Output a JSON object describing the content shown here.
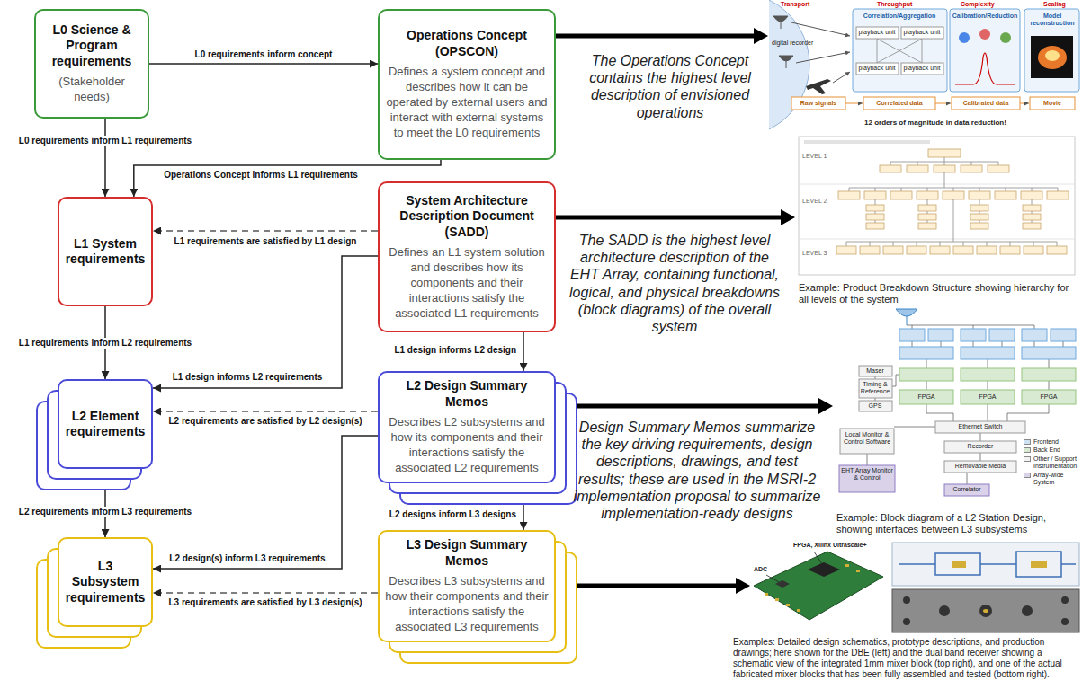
{
  "diagram": {
    "nodes": [
      {
        "text": [
          "L0 Science & Program requirements",
          "(Stakeholder needs)"
        ]
      },
      {
        "text": [
          "Operations Concept (OPSCON)",
          "Defines a system concept and describes how it can be operated by external users and interact with external systems to meet the L0 requirements"
        ]
      },
      {
        "text": [
          "L1 System requirements"
        ]
      },
      {
        "text": [
          "System Architecture Description Document (SADD)",
          "Defines an L1 system solution and describes how its components and their interactions satisfy the associated L1 requirements"
        ]
      },
      {
        "text": [
          "L2 Element requirements"
        ]
      },
      {
        "text": [
          "L2 Design Summary Memos",
          "Describes L2 subsystems and how its components and their interactions satisfy the associated L2 requirements"
        ]
      },
      {
        "text": [
          "L3 Subsystem requirements"
        ]
      },
      {
        "text": [
          "L3 Design Summary Memos",
          "Describes L3 subsystems and how their components and their interactions satisfy the associated L3 requirements"
        ]
      }
    ],
    "edges": [
      {
        "from": 0,
        "to": 1,
        "label": "L0 requirements inform concept",
        "arrow": "to"
      },
      {
        "from": 0,
        "to": 2,
        "label": "L0 requirements inform L1 requirements",
        "arrow": "to"
      },
      {
        "from": 1,
        "to": 2,
        "label": "Operations Concept informs L1 requirements",
        "arrow": "to"
      },
      {
        "from": 3,
        "to": 2,
        "label": "L1 requirements are satisfied by L1 design",
        "arrow": "to"
      },
      {
        "from": 2,
        "to": 4,
        "label": "L1 requirements inform L2 requirements",
        "arrow": "to"
      },
      {
        "from": 3,
        "to": 4,
        "label": "L1 design informs L2 requirements",
        "arrow": "to"
      },
      {
        "from": 3,
        "to": 5,
        "label": "L1 design informs L2 design",
        "arrow": "to"
      },
      {
        "from": 5,
        "to": 4,
        "label": "L2 requirements are satisfied by L2 design(s)",
        "arrow": "to"
      },
      {
        "from": 4,
        "to": 6,
        "label": "L2 requirements inform L3 requirements",
        "arrow": "to"
      },
      {
        "from": 5,
        "to": 6,
        "label": "L2 design(s) inform L3 requirements",
        "arrow": "to"
      },
      {
        "from": 5,
        "to": 7,
        "label": "L2 designs inform L3 designs",
        "arrow": "to"
      },
      {
        "from": 7,
        "to": 6,
        "label": "L3 requirements are satisfied by L3 design(s)",
        "arrow": "to"
      }
    ],
    "labels": [
      "The Operations Concept contains the highest level description of envisioned operations",
      "The SADD is the highest level architecture description of the EHT Array, containing functional, logical, and physical breakdowns (block diagrams) of the overall system",
      "Design Summary Memos summarize the key driving requirements, design descriptions, drawings, and test results; these are used in the MSRI-2 implementation proposal to summarize implementation-ready designs",
      "Example: Product Breakdown Structure showing hierarchy for all levels of the system",
      "Example: Block diagram of a L2 Station Design, showing interfaces between L3 subsystems",
      "Examples: Detailed design schematics, prototype descriptions, and production drawings; here shown for the DBE (left) and the dual band receiver showing a schematic view of the integrated 1mm mixer block (top right), and one of the actual fabricated mixer blocks that has been fully assembled and tested (bottom right).",
      "Transport",
      "Throughput",
      "Complexity",
      "Scaling",
      "digital recorder",
      "Correlation/Aggregation",
      "playback unit",
      "playback unit",
      "playback unit",
      "playback unit",
      "Calibration/Reduction",
      "Model reconstruction",
      "Raw signals",
      "Correlated data",
      "Calibrated data",
      "Movie",
      "12 orders of magnitude in data reduction!",
      "LEVEL 1",
      "LEVEL 2",
      "LEVEL 3",
      "Maser",
      "Timing & Reference",
      "GPS",
      "FPGA",
      "FPGA",
      "FPGA",
      "Ethernet Switch",
      "Recorder",
      "Removable Media",
      "Local Monitor & Control Software",
      "EHT Array Monitor & Control",
      "Correlator",
      "FPGA, Xilinx Ultrascale+",
      "ADC"
    ],
    "legend": [
      {
        "text": "Frontend",
        "color": "#cfe2f3"
      },
      {
        "text": "Back End",
        "color": "#d9ead3"
      },
      {
        "text": "Other / Support Instrumentation",
        "color": "#f3f3f3"
      },
      {
        "text": "Array-wide System",
        "color": "#d9d2e9"
      }
    ]
  }
}
